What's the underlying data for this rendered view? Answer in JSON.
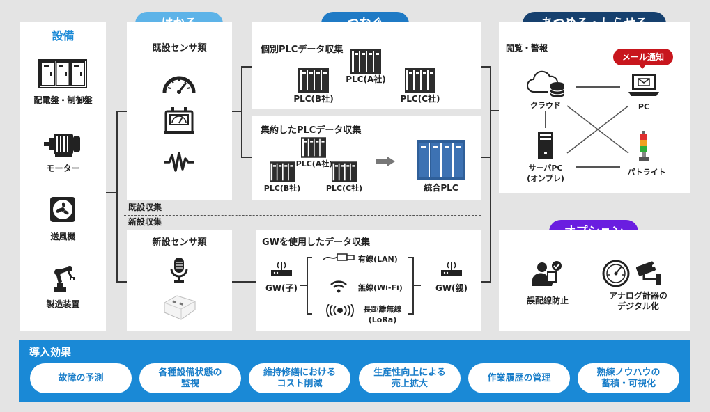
{
  "equipment": {
    "title": "設備",
    "items": [
      "配電盤・制御盤",
      "モーター",
      "送風機",
      "製造装置"
    ]
  },
  "hakaru": {
    "header": "はかる",
    "existing_title": "既設センサ類",
    "new_title": "新設センサ類",
    "existing_collect": "既設収集",
    "new_collect": "新設収集"
  },
  "tsunagu": {
    "header": "つなぐ",
    "individual": {
      "title": "個別PLCデータ収集",
      "plcs": [
        "PLC(A社)",
        "PLC(B社)",
        "PLC(C社)"
      ]
    },
    "aggregated": {
      "title": "集約したPLCデータ収集",
      "plcs": [
        "PLC(A社)",
        "PLC(B社)",
        "PLC(C社)"
      ],
      "integrated": "統合PLC"
    },
    "gateway": {
      "title": "GWを使用したデータ収集",
      "child": "GW(子)",
      "parent": "GW(親)",
      "links": [
        "有線(LAN)",
        "無線(Wi-Fi)",
        "長距離無線\n(LoRa)"
      ]
    }
  },
  "atsumeru": {
    "header": "あつめる・しらせる",
    "subtitle": "閲覧・警報",
    "cloud": "クラウド",
    "pc": "PC",
    "mail_badge": "メール通知",
    "server": "サーバPC\n(オンプレ)",
    "patlite": "パトライト"
  },
  "option": {
    "header": "オプション",
    "items": [
      "誤配線防止",
      "アナログ計器の\nデジタル化"
    ]
  },
  "effects": {
    "title": "導入効果",
    "items": [
      "故障の予測",
      "各種設備状態の\n監視",
      "維持修繕における\nコスト削減",
      "生産性向上による\n売上拡大",
      "作業履歴の管理",
      "熟練ノウハウの\n蓄積・可視化"
    ]
  },
  "colors": {
    "hakaru": "#5db3e8",
    "tsunagu": "#1f7ac5",
    "atsumeru": "#16406e",
    "option": "#6a1de0",
    "mail": "#c8161d",
    "effects_bg": "#1a89d6",
    "plc_blue": "#2f5f99"
  }
}
